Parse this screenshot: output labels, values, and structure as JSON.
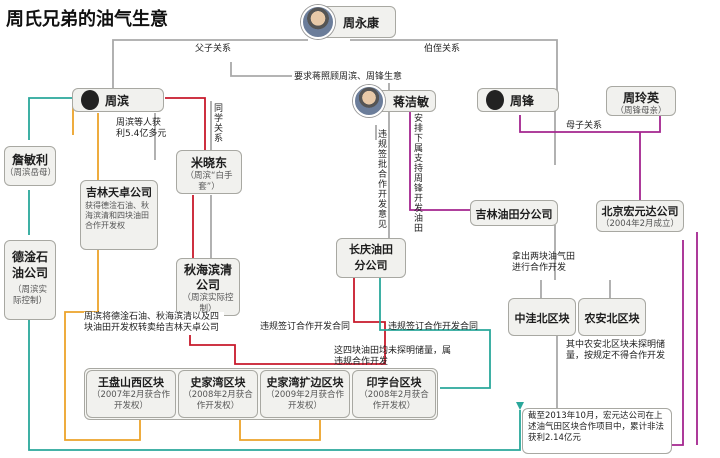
{
  "title": "周氏兄弟的油气生意",
  "people": {
    "zhou_yongkang": "周永康",
    "zhou_bin": "周滨",
    "jiang_jiemin": "蒋洁敏",
    "zhou_feng": "周锋",
    "zhou_lingying": {
      "name": "周玲英",
      "note": "（周锋母亲）"
    }
  },
  "relations": {
    "father_son": "父子关系",
    "uncle_nephew": "伯侄关系",
    "request_care": "要求蒋照顾周滨、周锋生意",
    "mother_son": "母子关系",
    "classmates": "同学关系",
    "zhou_bin_profit": "周滨等人获利5.4亿多元",
    "jiang_instruct": "安排下属支持周锋开发油田",
    "illegal_approve": "违规签批合作开发意见",
    "got_two_blocks": "拿出两块油气田进行合作开发",
    "illegal_contract_a": "违规签订合作开发合同",
    "illegal_contract_b": "违规签订合作开发合同",
    "transfer": "周滨将德淦石油、秋海滨清以及四块油田开发权转卖给吉林天卓公司",
    "proven_reserves": "这四块油田均未探明储量，属违规合作开发",
    "not_allowed": "其中农安北区块未探明储量，按规定不得合作开发"
  },
  "companies": {
    "zhan_minli": {
      "name": "詹敏利",
      "note": "（周滨岳母）"
    },
    "jilin_tianzhuo": {
      "name": "吉林天卓公司",
      "note": "获得德淦石油、秋海滨清和四块油田合作开发权"
    },
    "mi_xiaodong": {
      "name": "米晓东",
      "note": "（周滨“白手套”）"
    },
    "degan": {
      "name": "德淦石油公司",
      "note": "（周滨实际控制）"
    },
    "qiuhai": {
      "name": "秋海滨清公司",
      "note": "（周滨实际控制）"
    },
    "changqing": {
      "name": "长庆油田分公司"
    },
    "jilin_oilfield": {
      "name": "吉林油田分公司"
    },
    "hongyuanda": {
      "name": "北京宏元达公司",
      "note": "（2004年2月成立）"
    }
  },
  "blocks": [
    {
      "name": "王盘山西区块",
      "note": "（2007年2月获合作开发权）"
    },
    {
      "name": "史家湾区块",
      "note": "（2008年2月获合作开发权）"
    },
    {
      "name": "史家湾扩边区块",
      "note": "（2009年2月获合作开发权）"
    },
    {
      "name": "印字台区块",
      "note": "（2008年2月获合作开发权）"
    },
    {
      "name": "中洼北区块"
    },
    {
      "name": "农安北区块"
    }
  ],
  "summary": "截至2013年10月，宏元达公司在上述油气田区块合作项目中，累计非法获利2.14亿元",
  "colors": {
    "gray_line": "#a9a9a9",
    "red_line": "#c8192b",
    "orange_line": "#eca32a",
    "teal_line": "#2aa79b",
    "purple_line": "#a4258f"
  }
}
